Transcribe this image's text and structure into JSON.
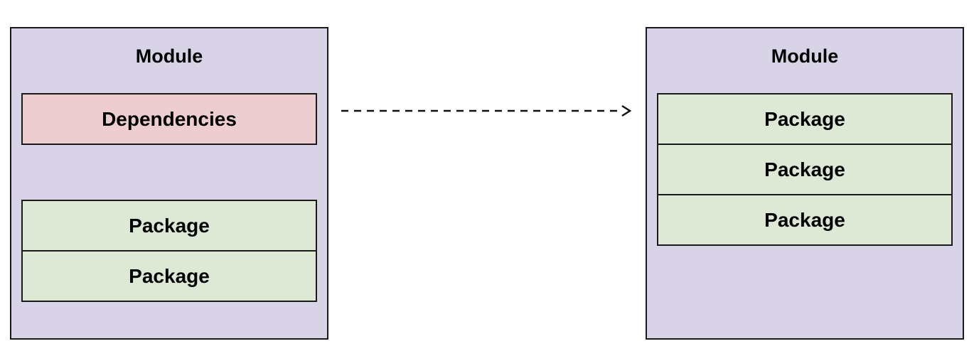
{
  "left_module": {
    "title": "Module",
    "dependencies_label": "Dependencies",
    "packages": [
      "Package",
      "Package"
    ]
  },
  "right_module": {
    "title": "Module",
    "packages": [
      "Package",
      "Package",
      "Package"
    ]
  },
  "colors": {
    "module_fill": "#d8d3e7",
    "dependencies_fill": "#edcdd0",
    "package_fill": "#dde8d5",
    "border": "#1a1a1a"
  },
  "connector": {
    "style": "dashed",
    "direction": "left-to-right"
  }
}
